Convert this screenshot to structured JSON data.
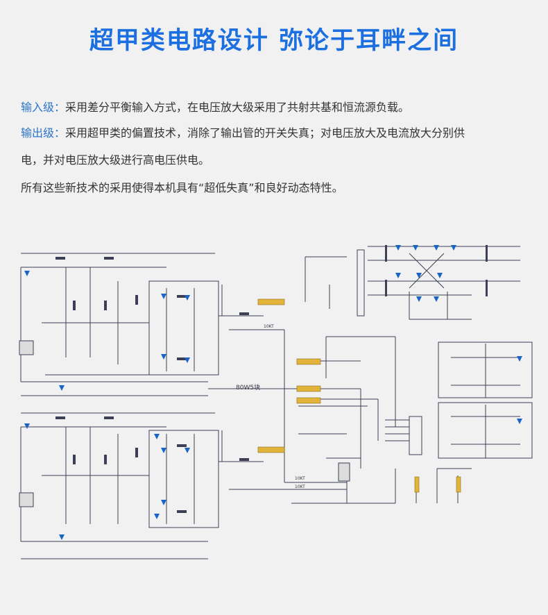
{
  "header": {
    "title": "超甲类电路设计 弥论于耳畔之间"
  },
  "description": {
    "input_stage": {
      "label": "输入级：",
      "text": "采用差分平衡输入方式，在电压放大级采用了共射共基和恒流源负载。"
    },
    "output_stage": {
      "label": "输出级：",
      "text_line1": "采用超甲类的偏置技术，消除了输出管的开关失真；对电压放大及电流放大分别供",
      "text_line2": "电，并对电压放大级进行高电压供电。"
    },
    "summary": "所有这些新技术的采用使得本机具有“超低失真”和良好动态特性。"
  },
  "schematic": {
    "power_label": "80W5块",
    "wire_labels": [
      "10KT",
      "10KT",
      "10KT"
    ],
    "colors": {
      "line": "#3c3f55",
      "component_fill": "#1a64c8",
      "connector_fill": "#e2b43a",
      "background": "#f1f1f1"
    }
  }
}
